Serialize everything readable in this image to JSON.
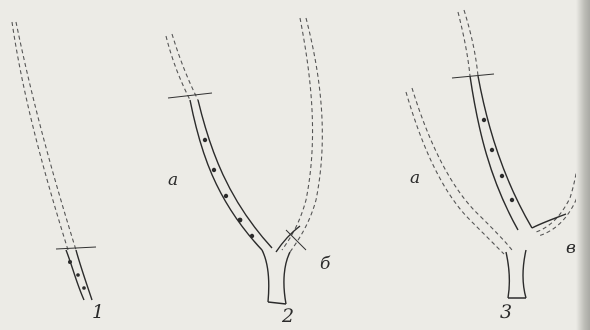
{
  "figure": {
    "labels": {
      "fig1_number": "1",
      "fig2_number": "2",
      "fig2_branch_a": "а",
      "fig2_branch_b": "б",
      "fig3_number": "3",
      "fig3_branch_a": "а",
      "fig3_branch_b": "в"
    },
    "colors": {
      "background": "#ecebe6",
      "ink": "#2b2b2b",
      "dashed": "#555555"
    }
  }
}
